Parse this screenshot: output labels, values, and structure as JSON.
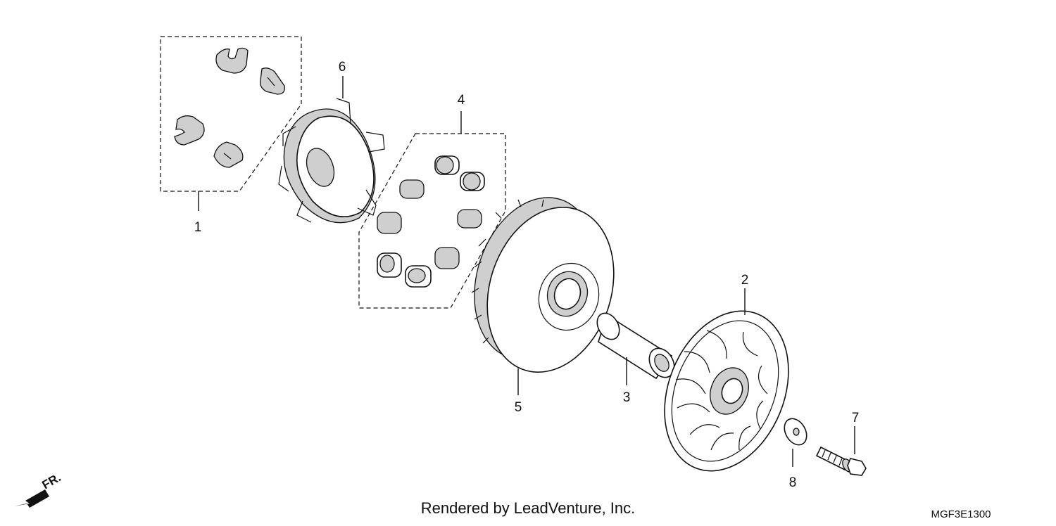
{
  "callouts": {
    "c1": "1",
    "c2": "2",
    "c3": "3",
    "c4": "4",
    "c5": "5",
    "c6": "6",
    "c7": "7",
    "c8": "8"
  },
  "direction_marker": "FR.",
  "footer_text": "Rendered by LeadVenture, Inc.",
  "diagram_code": "MGF3E1300"
}
